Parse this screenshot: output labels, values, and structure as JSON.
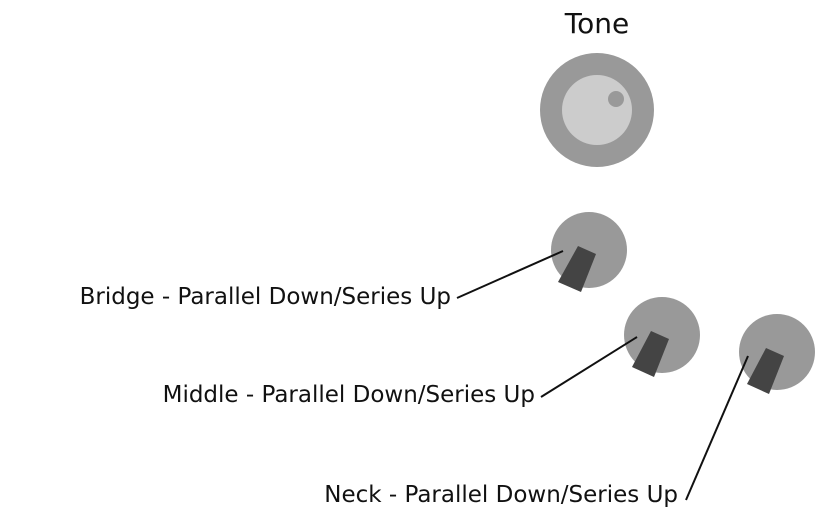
{
  "tone_knob": {
    "label": "Tone",
    "icon": "tone-knob-icon",
    "colors": {
      "outer": "#999999",
      "inner": "#cccccc",
      "dot": "#999999"
    }
  },
  "switches": [
    {
      "id": "bridge",
      "label": "Bridge - Parallel Down/Series Up",
      "icon": "toggle-switch-icon"
    },
    {
      "id": "middle",
      "label": "Middle - Parallel Down/Series Up",
      "icon": "toggle-switch-icon"
    },
    {
      "id": "neck",
      "label": "Neck - Parallel Down/Series Up",
      "icon": "toggle-switch-icon"
    }
  ],
  "colors": {
    "switch_body": "#999999",
    "lever": "#444444",
    "leader": "#111111",
    "text": "#111111"
  }
}
